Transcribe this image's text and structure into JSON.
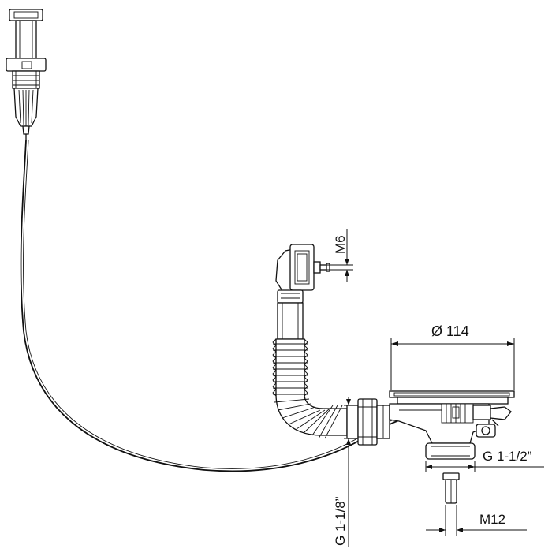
{
  "dimensions": {
    "m6": "M6",
    "diameter": "Ø 114",
    "g_1_1_2": "G 1-1/2”",
    "g_1_1_8": "G 1-1/8”",
    "m12": "M12"
  },
  "colors": {
    "line": "#111111",
    "background": "#ffffff"
  }
}
